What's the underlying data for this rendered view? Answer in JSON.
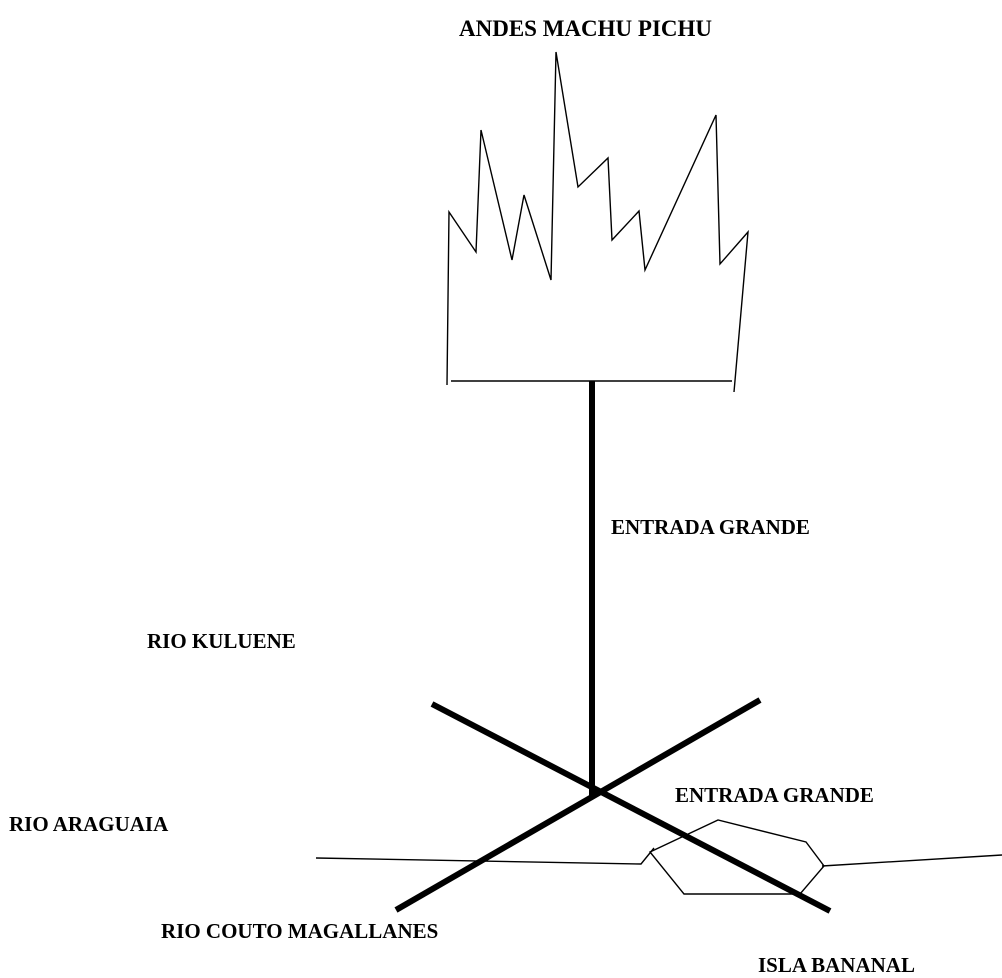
{
  "labels": {
    "title": "ANDES MACHU PICHU",
    "entrada_upper": "ENTRADA GRANDE",
    "rio_kuluene": "RIO KULUENE",
    "entrada_lower": "ENTRADA GRANDE",
    "rio_araguaia": "RIO ARAGUAIA",
    "rio_couto": "RIO COUTO MAGALLANES",
    "isla_bananal": "ISLA BANANAL"
  },
  "colors": {
    "ink": "#000000",
    "background": "#ffffff"
  }
}
